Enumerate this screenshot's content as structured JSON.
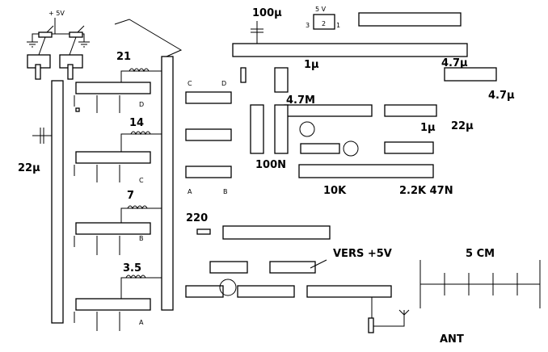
{
  "labels": {
    "supply": "+ 5V",
    "band_21": "21",
    "band_14": "14",
    "band_7": "7",
    "band_3_5": "3.5",
    "cap_22u_left": "22µ",
    "cap_100u": "100µ",
    "reg_top": "5 V",
    "reg_pin3": "3",
    "reg_pin2": "2",
    "reg_pin1": "1",
    "cap_1u_a": "1µ",
    "res_4_7m": "4.7M",
    "cap_4_7u_a": "4.7µ",
    "cap_4_7u_b": "4.7µ",
    "cap_22u_right": "22µ",
    "cap_1u_b": "1µ",
    "cap_100n": "100N",
    "res_10k": "10K",
    "res_2_2k_47n": "2.2K 47N",
    "res_220": "220",
    "vers_5v": "VERS +5V",
    "scale": "5 CM",
    "ant": "ANT",
    "conn_c": "C",
    "conn_d": "D",
    "conn_a": "A",
    "conn_b": "B",
    "coil_d": "D",
    "coil_c": "C",
    "coil_b": "B",
    "coil_a": "A"
  }
}
